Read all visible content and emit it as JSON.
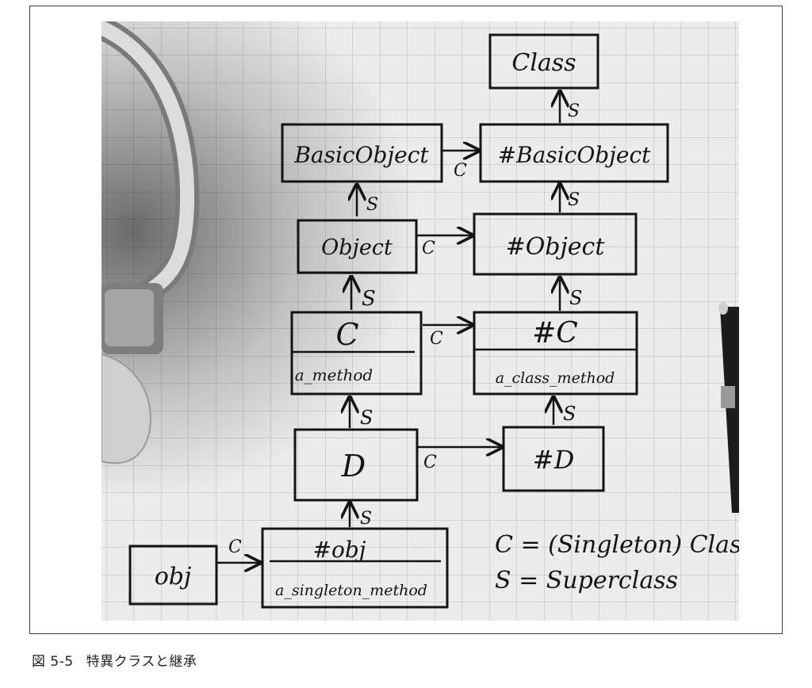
{
  "figure": {
    "caption_number": "図 5-5",
    "caption_text": "特異クラスと継承"
  },
  "diagram": {
    "nodes": {
      "class": "Class",
      "basic_object": "BasicObject",
      "meta_basic_object": "#BasicObject",
      "object": "Object",
      "meta_object": "#Object",
      "c": "C",
      "c_method": "a_method",
      "meta_c": "#C",
      "meta_c_method": "a_class_method",
      "d": "D",
      "meta_d": "#D",
      "obj": "obj",
      "meta_obj": "#obj",
      "meta_obj_method": "a_singleton_method"
    },
    "edge_labels": {
      "superclass": "S",
      "class": "C"
    },
    "legend": {
      "line1": "C = (Singleton) Class",
      "line2": "S = Superclass"
    }
  }
}
